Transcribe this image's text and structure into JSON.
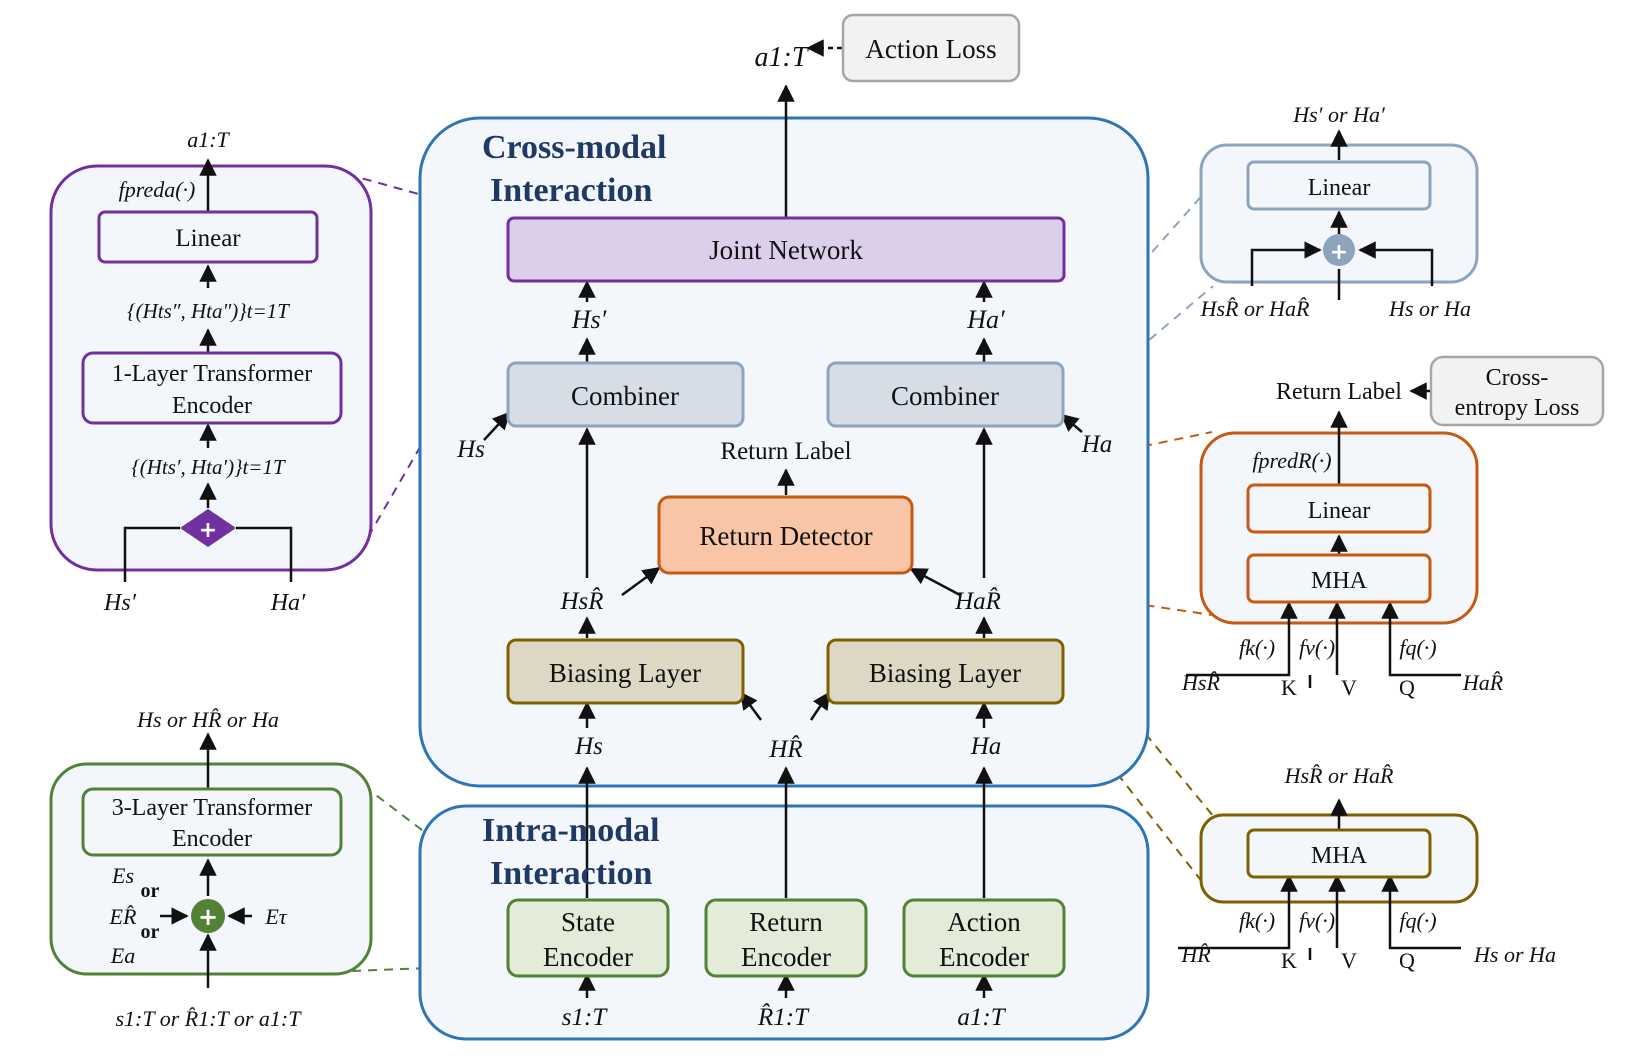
{
  "colors": {
    "cross_modal_border": "#2e75b6",
    "panel_fill": "#f3f7fb",
    "joint_fill": "#dbcfea",
    "joint_border": "#7030a0",
    "combiner_fill": "#d6dde6",
    "combiner_border": "#8ea4be",
    "detector_fill": "#f8c6a6",
    "detector_border": "#c55a11",
    "biasing_fill": "#ddd8c4",
    "biasing_border": "#7f6000",
    "encoder_fill": "#e2ecd8",
    "encoder_border": "#538135",
    "loss_fill": "#f2f2f2",
    "loss_border": "#a6a6a6"
  },
  "main": {
    "cross_modal_title_1": "Cross-modal",
    "cross_modal_title_2": "Interaction",
    "intra_modal_title_1": "Intra-modal",
    "intra_modal_title_2": "Interaction",
    "joint_network": "Joint Network",
    "combiner_left": "Combiner",
    "combiner_right": "Combiner",
    "return_detector": "Return Detector",
    "return_label": "Return Label",
    "biasing_left": "Biasing Layer",
    "biasing_right": "Biasing Layer",
    "state_encoder_1": "State",
    "state_encoder_2": "Encoder",
    "return_encoder_1": "Return",
    "return_encoder_2": "Encoder",
    "action_encoder_1": "Action",
    "action_encoder_2": "Encoder",
    "action_loss": "Action Loss",
    "output": "a1:T",
    "h_s_prime": "Hs′",
    "h_a_prime": "Ha′",
    "h_s_left": "Hs",
    "h_a_right": "Ha",
    "h_s_hat": "HsR̂",
    "h_a_hat": "HaR̂",
    "h_s": "Hs",
    "h_r_hat": "HR̂",
    "h_a": "Ha",
    "input_s": "s1:T",
    "input_r": "R̂1:T",
    "input_a": "a1:T"
  },
  "joint_detail": {
    "output": "a1:T",
    "f_pred": "fpreda(·)",
    "linear": "Linear",
    "seq_top": "{(Hts″, Hta″)}t=1T",
    "transformer_1": "1-Layer Transformer",
    "transformer_2": "Encoder",
    "seq_bottom": "{(Hts′, Hta′)}t=1T",
    "plus": "+",
    "in_left": "Hs′",
    "in_right": "Ha′"
  },
  "encoder_detail": {
    "output": "Hs or HR̂ or Ha",
    "transformer_1": "3-Layer Transformer",
    "transformer_2": "Encoder",
    "e_s": "Es",
    "or_1": "or",
    "e_r": "ER̂",
    "or_2": "or",
    "e_a": "Ea",
    "e_tau": "Eτ",
    "plus": "+",
    "input": "s1:T or R̂1:T or a1:T"
  },
  "combiner_detail": {
    "output": "Hs′ or Ha′",
    "linear": "Linear",
    "plus": "+",
    "in_left": "HsR̂ or HaR̂",
    "in_right": "Hs or Ha"
  },
  "detector_detail": {
    "output": "Return Label",
    "loss_1": "Cross-",
    "loss_2": "entropy Loss",
    "f_pred": "fpredR(·)",
    "linear": "Linear",
    "mha": "MHA",
    "fk": "fk(·)",
    "fv": "fv(·)",
    "fq": "fq(·)",
    "in_left": "HsR̂",
    "k": "K",
    "v": "V",
    "q": "Q",
    "in_right": "HaR̂"
  },
  "biasing_detail": {
    "output": "HsR̂ or HaR̂",
    "mha": "MHA",
    "fk": "fk(·)",
    "fv": "fv(·)",
    "fq": "fq(·)",
    "in_left": "HR̂",
    "k": "K",
    "v": "V",
    "q": "Q",
    "in_right": "Hs or Ha"
  }
}
